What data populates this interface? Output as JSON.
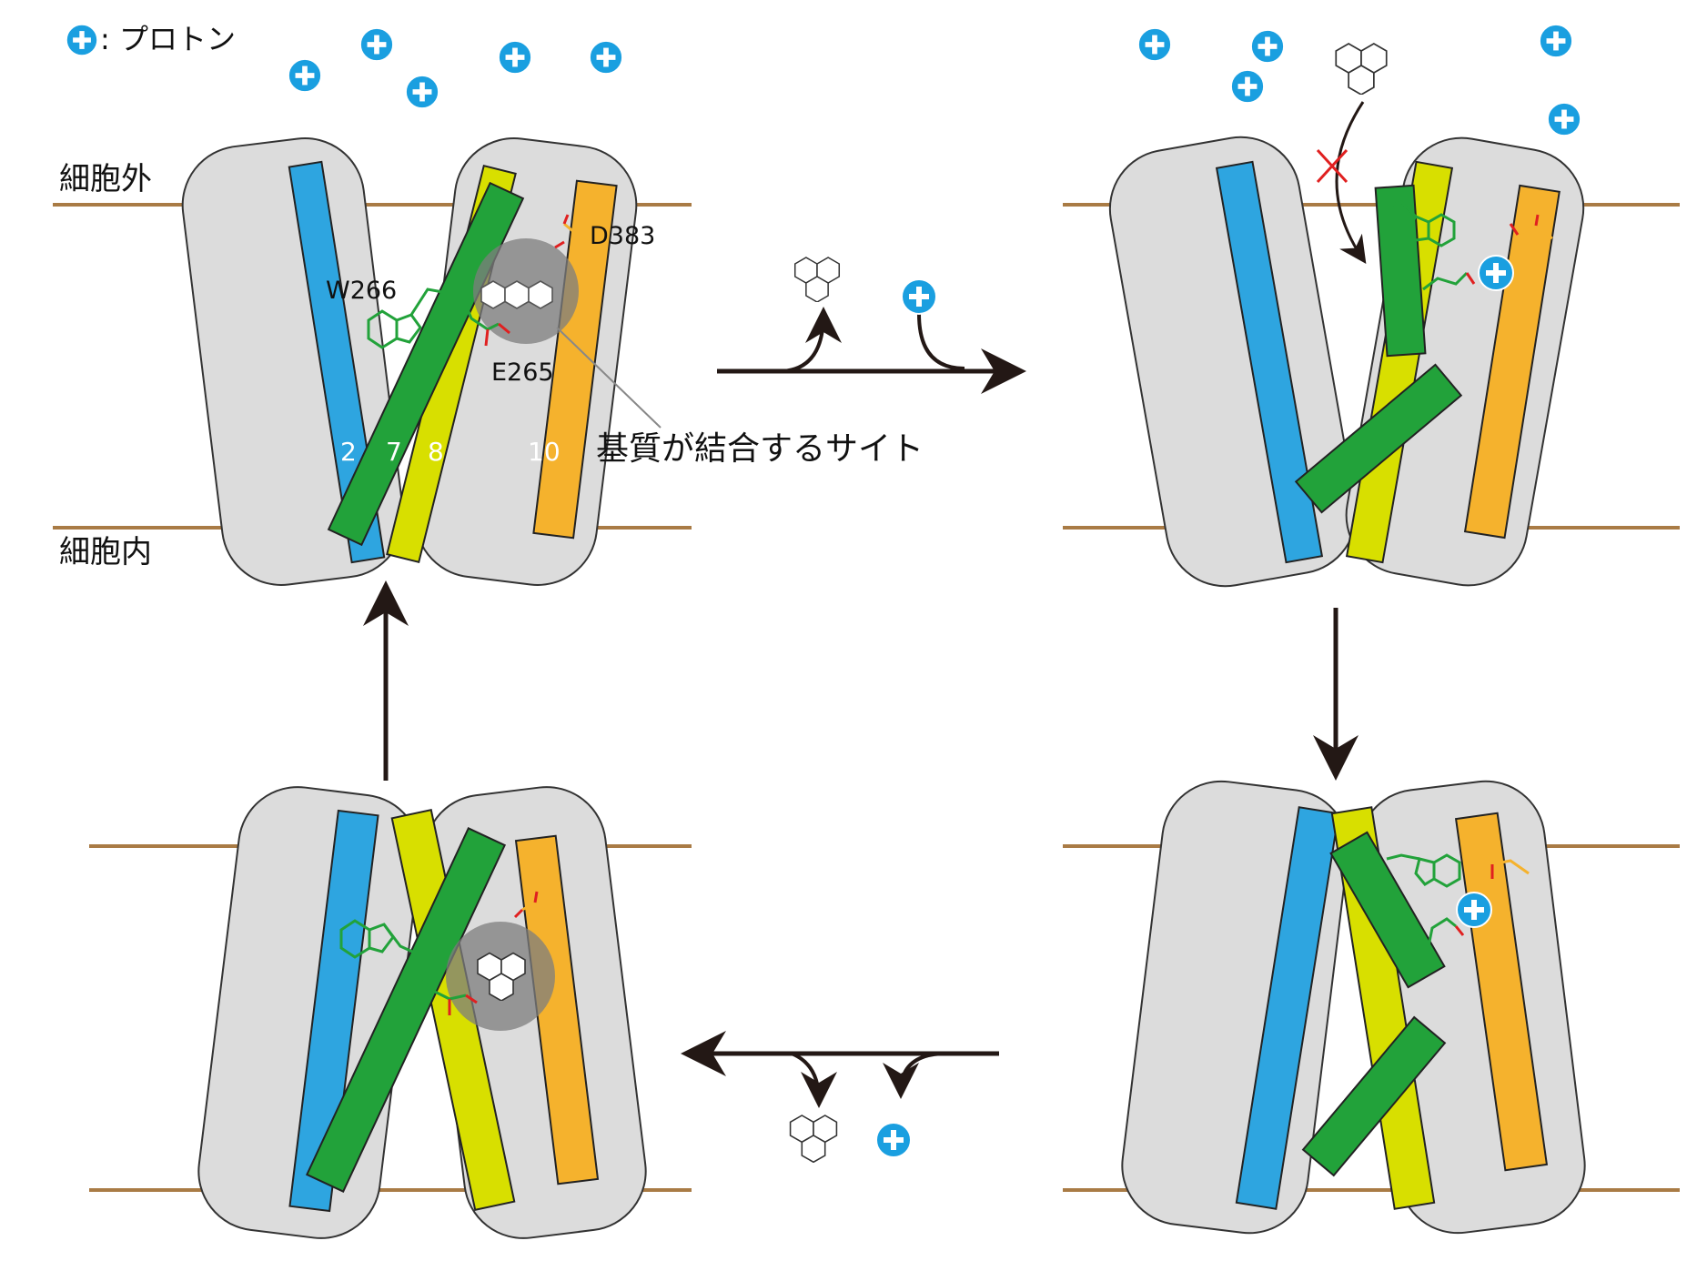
{
  "legend": {
    "symbol": "+",
    "text": ": プロトン"
  },
  "labels": {
    "extracellular": "細胞外",
    "intracellular": "細胞内",
    "residue_w": "W266",
    "residue_d": "D383",
    "residue_e": "E265",
    "binding_site": "基質が結合するサイト"
  },
  "helix_numbers": [
    "2",
    "7",
    "8",
    "10"
  ],
  "colors": {
    "membrane": "#a97b45",
    "body": "#dcdcdc",
    "helix2": "#2ea5e0",
    "helix7": "#22a23a",
    "helix8": "#d8df00",
    "helix10": "#f5b22d",
    "proton": "#1a9fe0",
    "block": "#e02020",
    "pocket": "#7d7d7d"
  }
}
